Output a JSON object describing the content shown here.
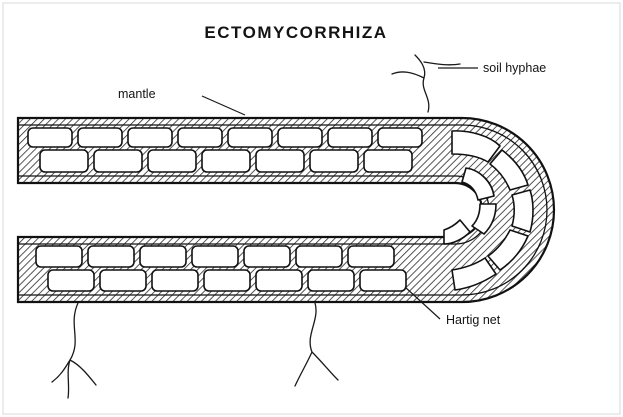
{
  "diagram": {
    "title": "ECTOMYCORRHIZA",
    "labels": {
      "mantle": "mantle",
      "soil_hyphae": "soil hyphae",
      "hartig_net": "Hartig net"
    }
  }
}
